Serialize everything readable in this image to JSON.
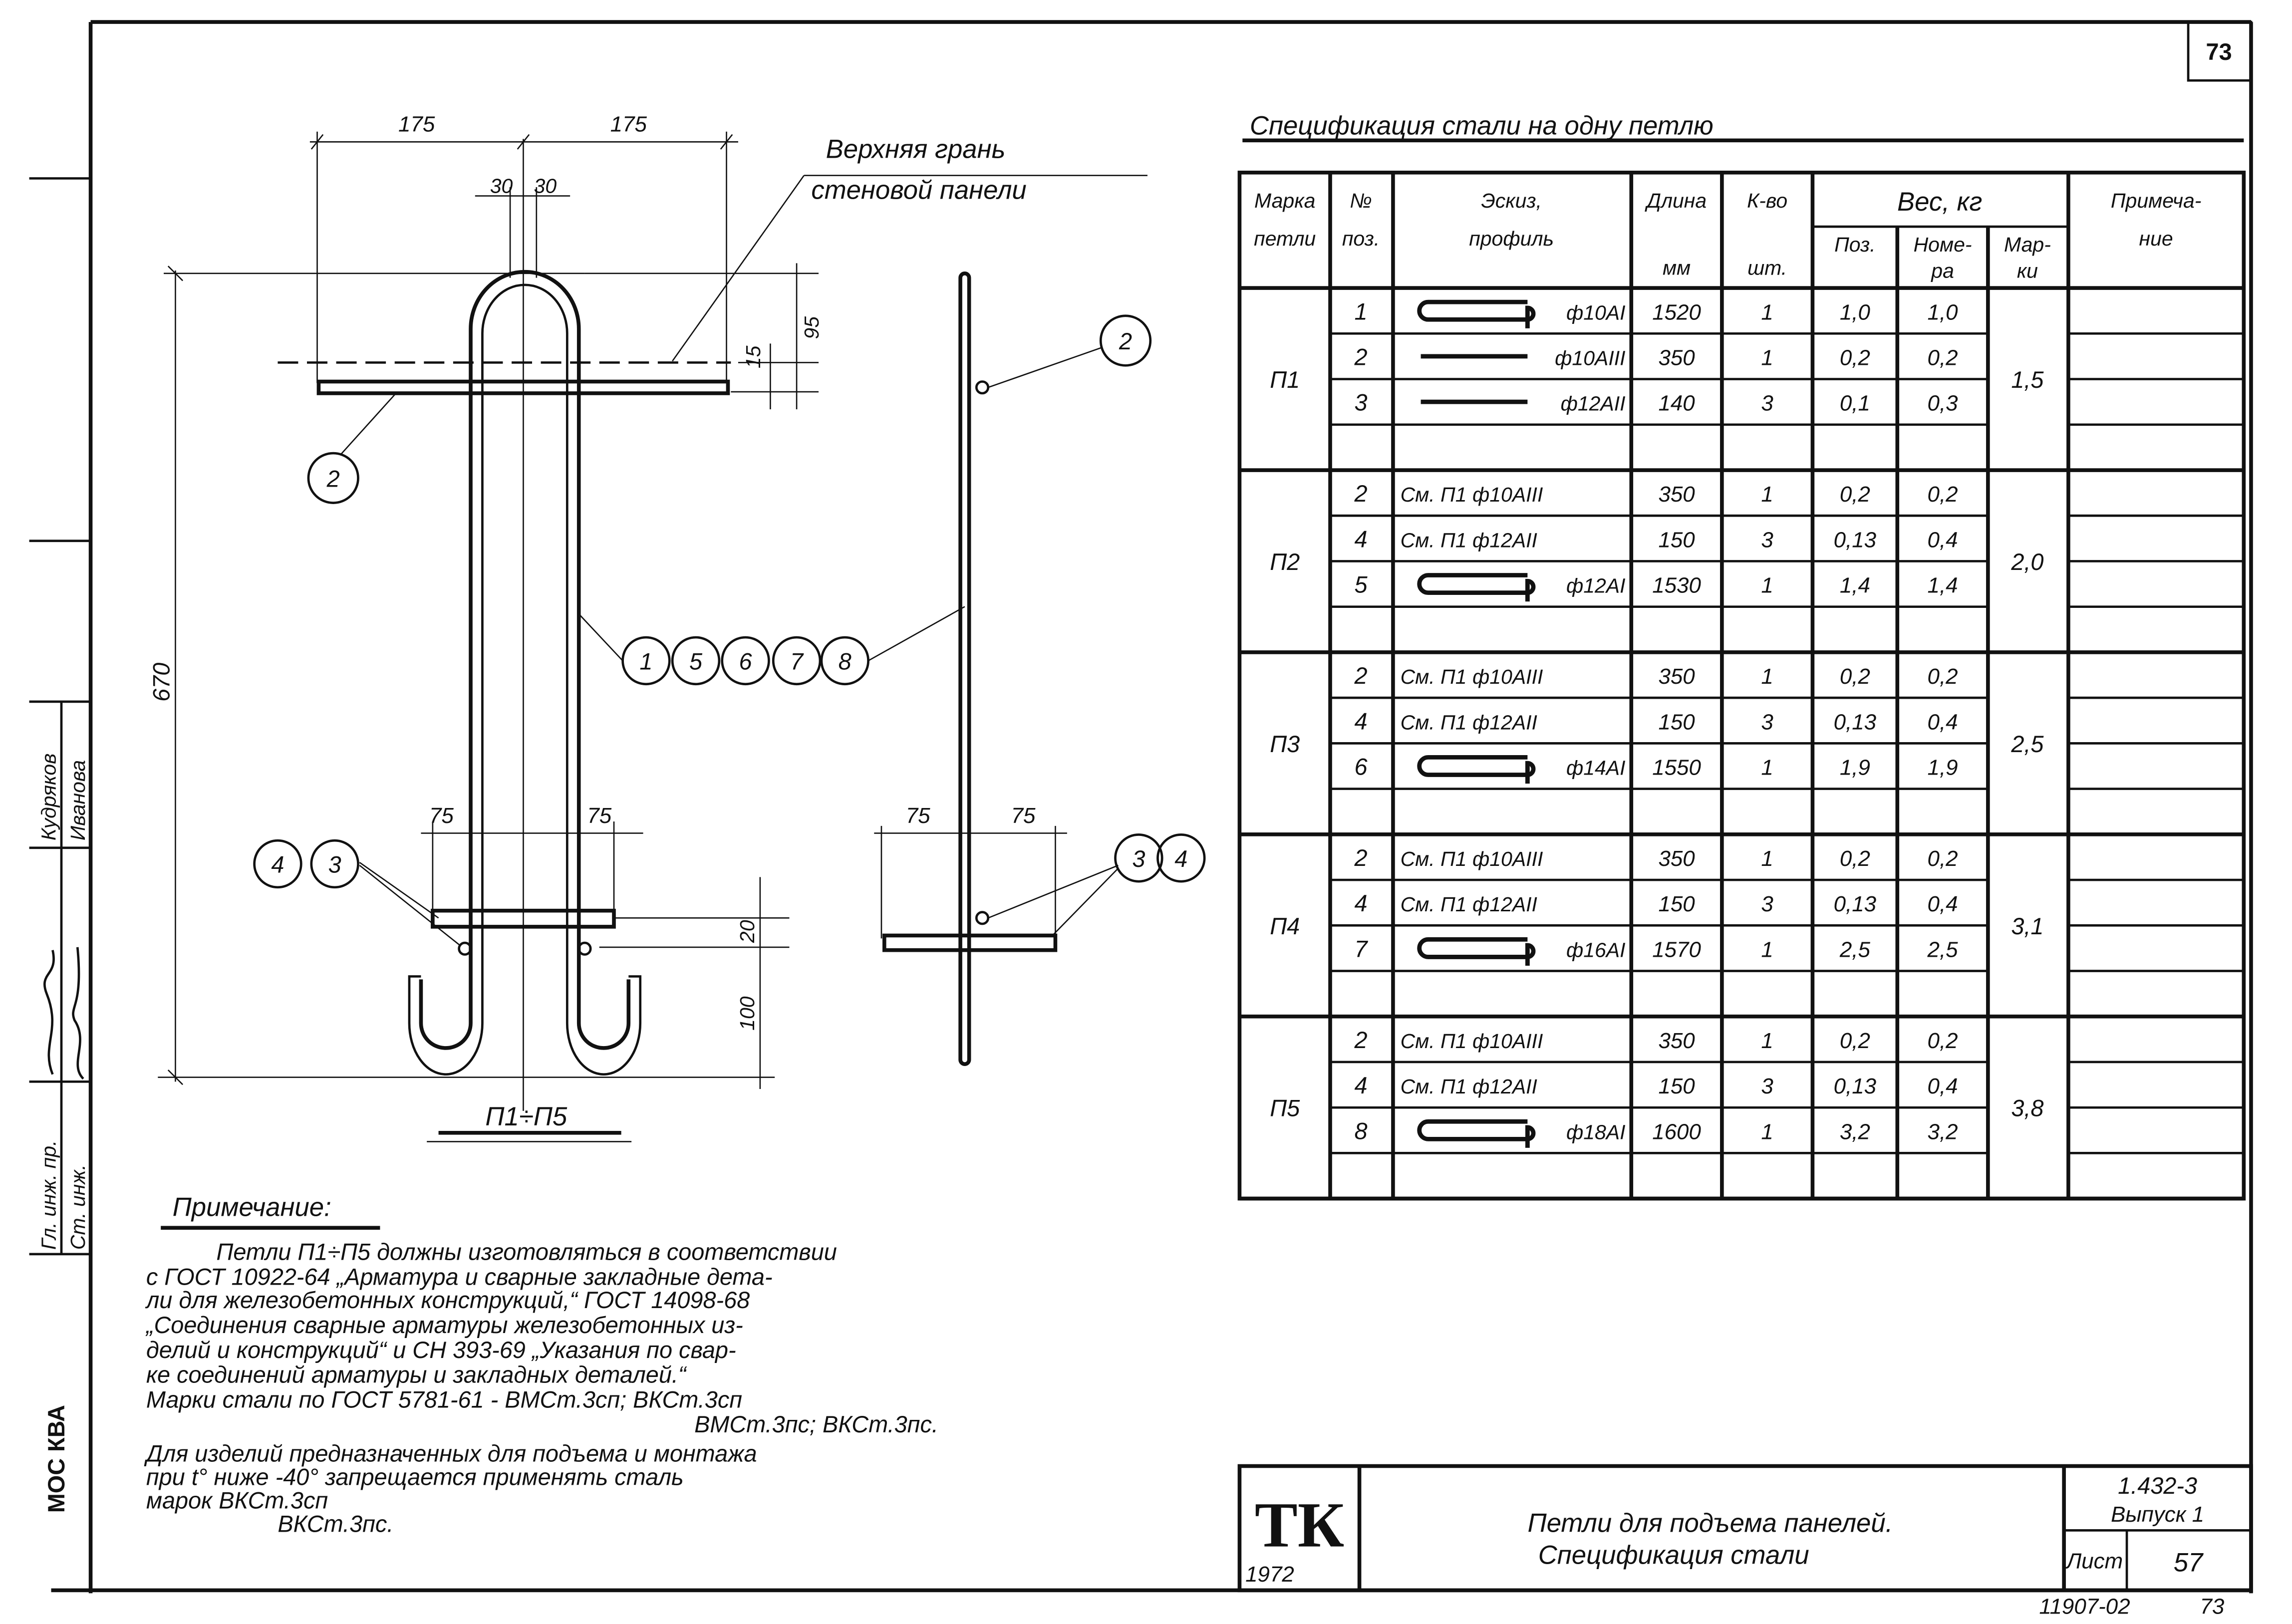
{
  "sheet": {
    "page_number": "73",
    "bottom_code": "11907-02",
    "bottom_page": "73",
    "margin_org": "МОС КВА",
    "stamp": {
      "role1": "Гл. инж. пр.",
      "name1": "Кудряков",
      "role2": "Ст. инж.",
      "name2": "Иванова"
    }
  },
  "drawing": {
    "panel_note_line1": "Верхняя грань",
    "panel_note_line2": "стеновой панели",
    "dims": {
      "top_left": "175",
      "top_right": "175",
      "gap_left": "30",
      "gap_right": "30",
      "d15": "15",
      "d95": "95",
      "height": "670",
      "low_left": "75",
      "low_right": "75",
      "d20": "20",
      "d100": "100",
      "side_left": "75",
      "side_right": "75"
    },
    "callouts": {
      "top_bar": "2",
      "side_bar": "2",
      "loops": [
        "1",
        "5",
        "6",
        "7",
        "8"
      ],
      "lower_left": [
        "4",
        "3"
      ],
      "lower_right": [
        "3",
        "4"
      ]
    },
    "caption": "П1÷П5"
  },
  "notes": {
    "title": "Примечание:",
    "lines": [
      "Петли П1÷П5 должны изготовляться в соответствии",
      "с ГОСТ 10922-64 „Арматура и сварные закладные дета-",
      "ли для железобетонных конструкций,“ ГОСТ 14098-68",
      "„Соединения сварные арматуры железобетонных из-",
      "делий и конструкций“ и СН 393-69 „Указания по свар-",
      "ке соединений арматуры и закладных деталей.“",
      "Марки стали по ГОСТ 5781-61 - ВМСт.3сп; ВКСт.3сп",
      "ВМСт.3пс; ВКСт.3пс.",
      "Для изделий предназначенных для подъема и монтажа",
      "при t° ниже -40° запрещается применять сталь",
      "марок  ВКСт.3сп",
      "ВКСт.3пс."
    ]
  },
  "spec": {
    "title": "Спецификация стали на одну петлю",
    "headers": {
      "mark": [
        "Марка",
        "петли"
      ],
      "pos": [
        "№",
        "поз."
      ],
      "sketch": [
        "Эскиз,",
        "профиль"
      ],
      "length": [
        "Длина",
        "мм"
      ],
      "qty": [
        "К-во",
        "шт."
      ],
      "weight": "Вес, кг",
      "w_pos": [
        "Поз."
      ],
      "w_item": [
        "Номе-",
        "ра"
      ],
      "w_mark": [
        "Мар-",
        "ки"
      ],
      "note": [
        "Примеча-",
        "ние"
      ]
    },
    "groups": [
      {
        "mark": "П1",
        "total": "1,5",
        "rows": [
          {
            "pos": "1",
            "sketch_type": "hook",
            "sketch": "ф10АI",
            "length": "1520",
            "qty": "1",
            "w_pos": "1,0",
            "w_item": "1,0"
          },
          {
            "pos": "2",
            "sketch_type": "bar",
            "sketch": "ф10АIII",
            "length": "350",
            "qty": "1",
            "w_pos": "0,2",
            "w_item": "0,2"
          },
          {
            "pos": "3",
            "sketch_type": "bar",
            "sketch": "ф12АII",
            "length": "140",
            "qty": "3",
            "w_pos": "0,1",
            "w_item": "0,3"
          }
        ]
      },
      {
        "mark": "П2",
        "total": "2,0",
        "rows": [
          {
            "pos": "2",
            "sketch_type": "text",
            "sketch": "См. П1 ф10АIII",
            "length": "350",
            "qty": "1",
            "w_pos": "0,2",
            "w_item": "0,2"
          },
          {
            "pos": "4",
            "sketch_type": "text",
            "sketch": "См. П1 ф12АII",
            "length": "150",
            "qty": "3",
            "w_pos": "0,13",
            "w_item": "0,4"
          },
          {
            "pos": "5",
            "sketch_type": "hook",
            "sketch": "ф12АI",
            "length": "1530",
            "qty": "1",
            "w_pos": "1,4",
            "w_item": "1,4"
          }
        ]
      },
      {
        "mark": "П3",
        "total": "2,5",
        "rows": [
          {
            "pos": "2",
            "sketch_type": "text",
            "sketch": "См. П1 ф10АIII",
            "length": "350",
            "qty": "1",
            "w_pos": "0,2",
            "w_item": "0,2"
          },
          {
            "pos": "4",
            "sketch_type": "text",
            "sketch": "См. П1 ф12АII",
            "length": "150",
            "qty": "3",
            "w_pos": "0,13",
            "w_item": "0,4"
          },
          {
            "pos": "6",
            "sketch_type": "hook",
            "sketch": "ф14АI",
            "length": "1550",
            "qty": "1",
            "w_pos": "1,9",
            "w_item": "1,9"
          }
        ]
      },
      {
        "mark": "П4",
        "total": "3,1",
        "rows": [
          {
            "pos": "2",
            "sketch_type": "text",
            "sketch": "См. П1 ф10АIII",
            "length": "350",
            "qty": "1",
            "w_pos": "0,2",
            "w_item": "0,2"
          },
          {
            "pos": "4",
            "sketch_type": "text",
            "sketch": "См. П1 ф12АII",
            "length": "150",
            "qty": "3",
            "w_pos": "0,13",
            "w_item": "0,4"
          },
          {
            "pos": "7",
            "sketch_type": "hook",
            "sketch": "ф16АI",
            "length": "1570",
            "qty": "1",
            "w_pos": "2,5",
            "w_item": "2,5"
          }
        ]
      },
      {
        "mark": "П5",
        "total": "3,8",
        "rows": [
          {
            "pos": "2",
            "sketch_type": "text",
            "sketch": "См. П1 ф10АIII",
            "length": "350",
            "qty": "1",
            "w_pos": "0,2",
            "w_item": "0,2"
          },
          {
            "pos": "4",
            "sketch_type": "text",
            "sketch": "См. П1 ф12АII",
            "length": "150",
            "qty": "3",
            "w_pos": "0,13",
            "w_item": "0,4"
          },
          {
            "pos": "8",
            "sketch_type": "hook",
            "sketch": "ф18АI",
            "length": "1600",
            "qty": "1",
            "w_pos": "3,2",
            "w_item": "3,2"
          }
        ]
      }
    ]
  },
  "title_block": {
    "logo": "ТК",
    "year": "1972",
    "title_line1": "Петли для подъема панелей.",
    "title_line2": "Спецификация стали",
    "series": "1.432-3",
    "issue": "Выпуск 1",
    "sheet_label": "Лист",
    "sheet_number": "57"
  }
}
